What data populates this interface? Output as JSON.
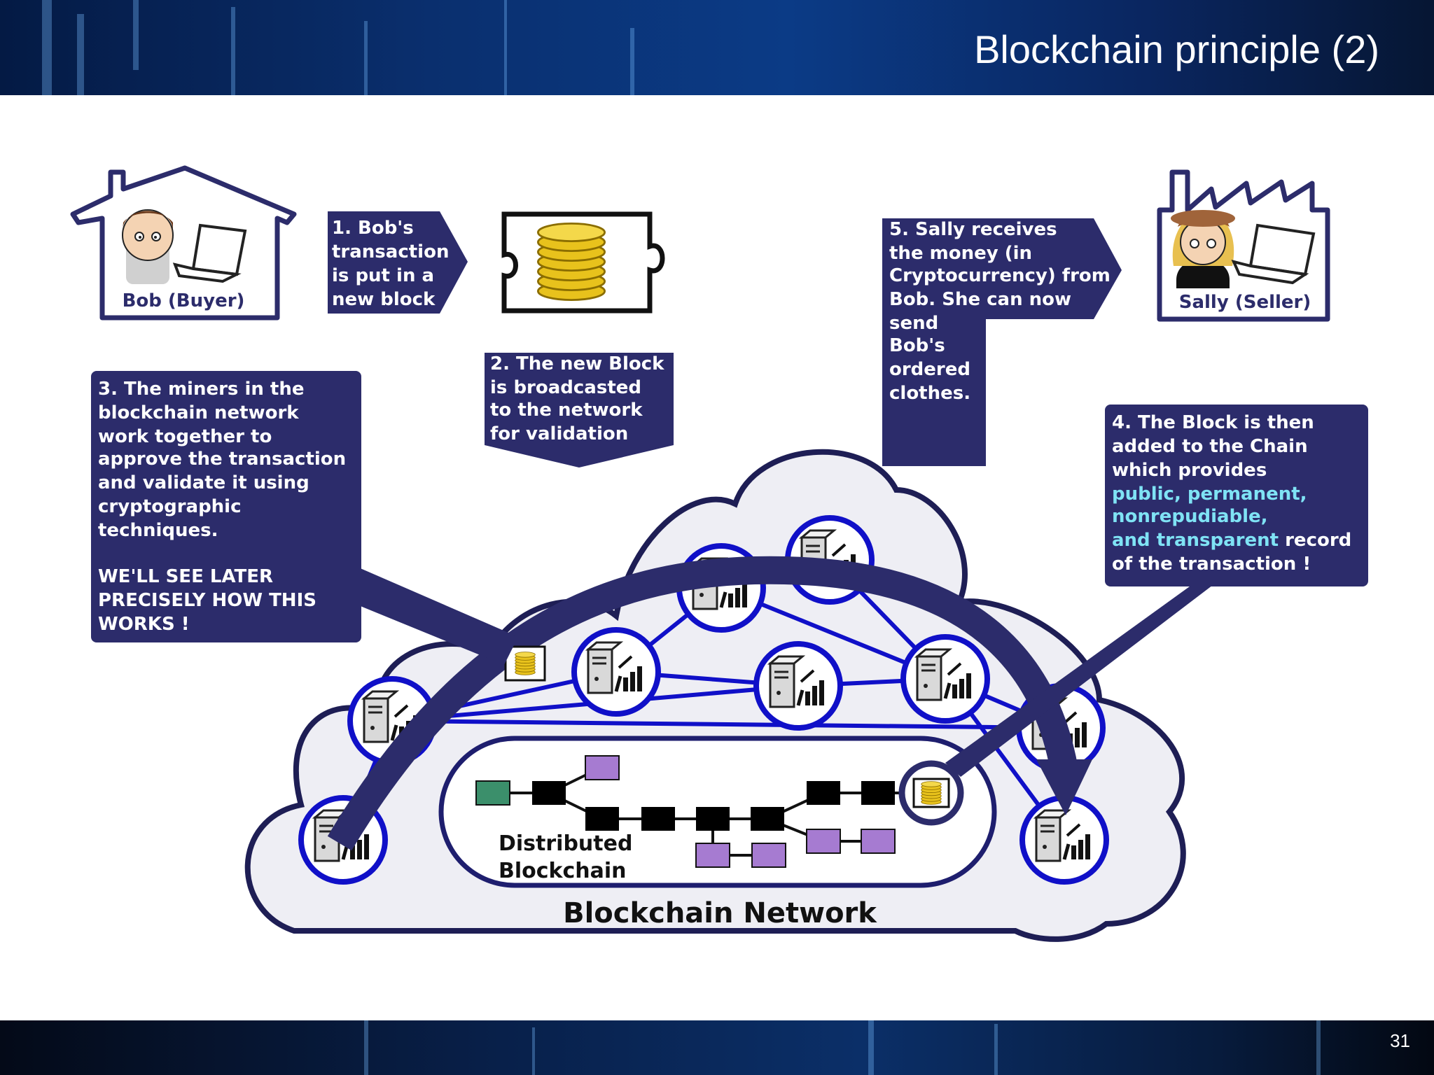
{
  "slide": {
    "title": "Blockchain principle (2)",
    "page_number": "31"
  },
  "diagram": {
    "buyer_label": "Bob (Buyer)",
    "seller_label": "Sally (Seller)",
    "step1": [
      "1. Bob's",
      "transaction",
      "is put in a",
      "new block"
    ],
    "step2": [
      "2. The new Block",
      "is broadcasted",
      "to the network",
      "for validation"
    ],
    "step3": [
      "3. The miners in the",
      "blockchain network",
      "work together to",
      "approve the transaction",
      "and validate it using",
      "cryptographic",
      "techniques.",
      "",
      "WE'LL SEE LATER",
      "PRECISELY HOW THIS",
      "WORKS !"
    ],
    "step4_lines": [
      "4. The Block is then",
      "added to the Chain",
      "which provides"
    ],
    "step4_highlight1": "public, permanent,",
    "step4_highlight2": "nonrepudiable,",
    "step4_highlight3": "and transparent",
    "step4_tail1": " record",
    "step4_tail2": "of the transaction !",
    "step5": [
      "5. Sally receives",
      "the money (in",
      "Cryptocurrency) from",
      "Bob. She can now",
      "send",
      "Bob's",
      "ordered",
      "clothes."
    ],
    "chain_label": [
      "Distributed",
      "Blockchain"
    ],
    "network_label": "Blockchain Network"
  },
  "colors": {
    "box_fill": "#2c2c6b",
    "node_ring": "#1010c8",
    "highlight_text": "#7fe3f5",
    "cloud_fill": "#eeeef4",
    "genesis_block": "#3b8f6b",
    "chain_block": "#000000",
    "orphan_block": "#a67bd1",
    "coin": "#e8c21c"
  }
}
